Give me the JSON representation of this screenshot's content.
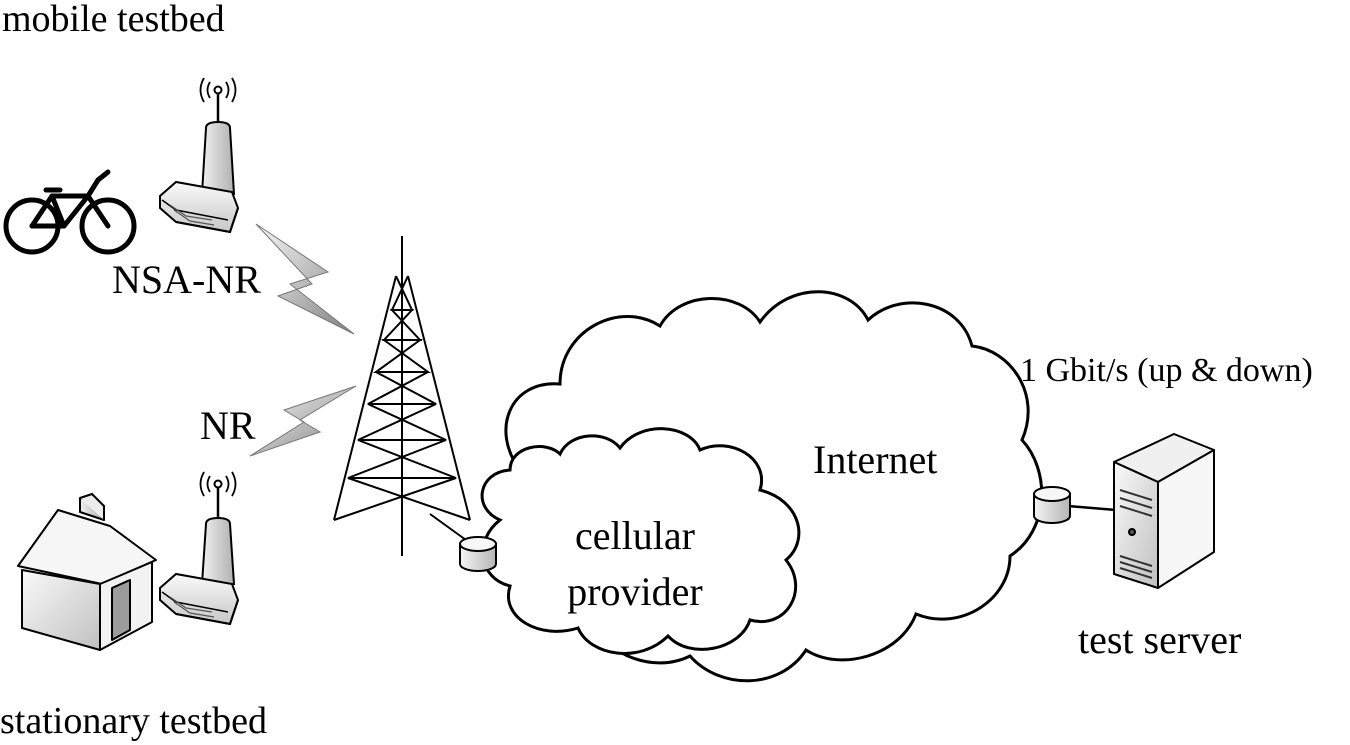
{
  "labels": {
    "mobile_testbed": "mobile testbed",
    "stationary_testbed": "stationary testbed",
    "nsa_nr": "NSA-NR",
    "nr": "NR",
    "internet": "Internet",
    "cellular_line1": "cellular",
    "cellular_line2": "provider",
    "link_speed": "1 Gbit/s (up & down)",
    "test_server": "test server"
  },
  "colors": {
    "stroke": "#000000",
    "device_light": "#f4f4f4",
    "device_shade": "#bdbdbd",
    "bolt_light": "#f2f2f2",
    "bolt_dark": "#8a8a8a"
  }
}
